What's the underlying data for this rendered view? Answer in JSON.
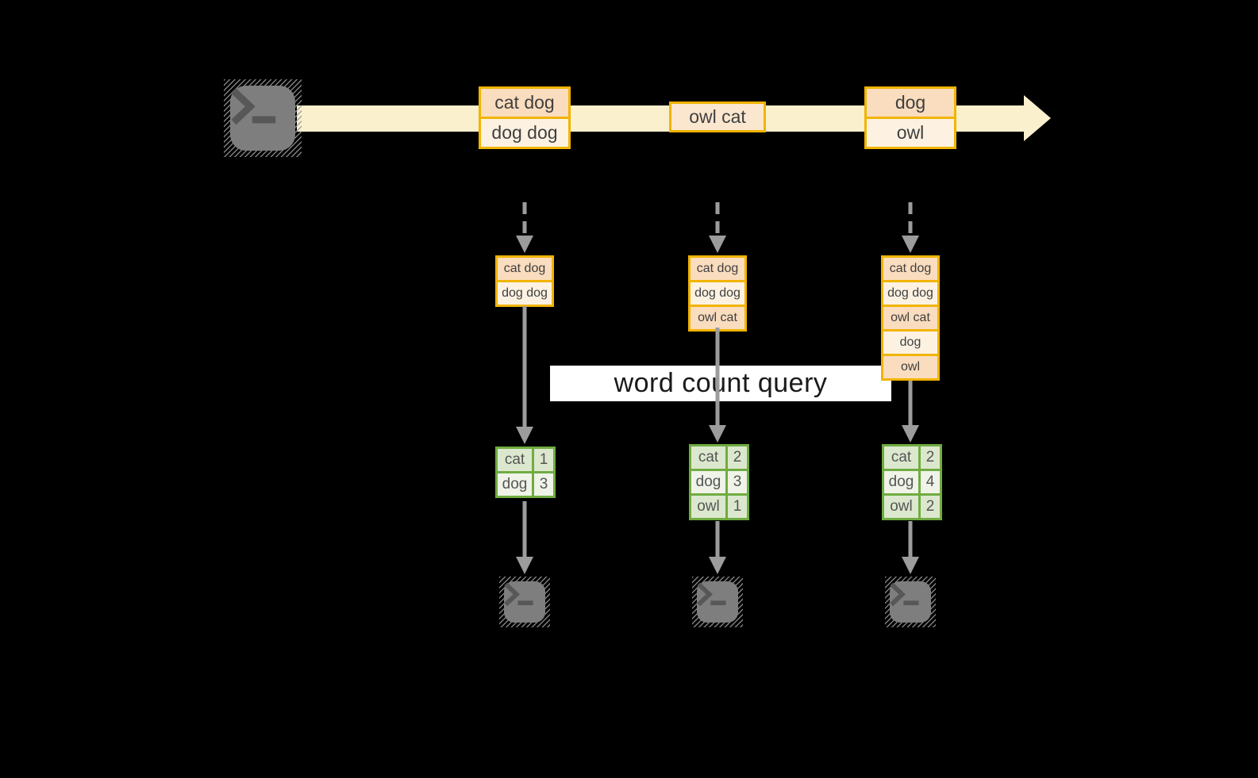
{
  "diagram": {
    "query_label": "word count query",
    "icons": {
      "source": "terminal-icon",
      "sinks": [
        "terminal-icon",
        "terminal-icon",
        "terminal-icon"
      ]
    },
    "stream": {
      "events": [
        {
          "lines": [
            "cat dog",
            "dog dog"
          ]
        },
        {
          "lines": [
            "owl cat"
          ]
        },
        {
          "lines": [
            "dog",
            "owl"
          ]
        }
      ]
    },
    "columns": [
      {
        "input": [
          "cat dog",
          "dog dog"
        ],
        "counts": [
          {
            "word": "cat",
            "count": "1"
          },
          {
            "word": "dog",
            "count": "3"
          }
        ]
      },
      {
        "input": [
          "cat dog",
          "dog dog",
          "owl cat"
        ],
        "counts": [
          {
            "word": "cat",
            "count": "2"
          },
          {
            "word": "dog",
            "count": "3"
          },
          {
            "word": "owl",
            "count": "1"
          }
        ]
      },
      {
        "input": [
          "cat dog",
          "dog dog",
          "owl cat",
          "dog",
          "owl"
        ],
        "counts": [
          {
            "word": "cat",
            "count": "2"
          },
          {
            "word": "dog",
            "count": "4"
          },
          {
            "word": "owl",
            "count": "2"
          }
        ]
      }
    ],
    "colors": {
      "background": "#000000",
      "stream_band": "#faf0cd",
      "orange_border": "#f1b400",
      "peach_dark": "#fadcbe",
      "peach_light": "#fdf2e2",
      "green_border": "#70ac41",
      "green_dark": "#dce8ce",
      "green_light": "#eff3e8",
      "arrow_gray": "#9c9c9c",
      "terminal_gray": "#7e7e7e",
      "query_band_bg": "#ffffff"
    }
  }
}
